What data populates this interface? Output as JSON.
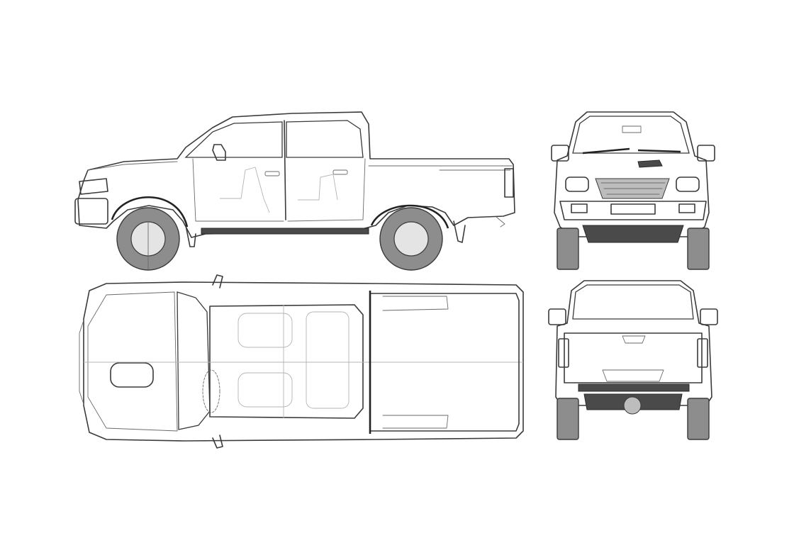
{
  "views": [
    {
      "id": "side",
      "label": ""
    },
    {
      "id": "front",
      "label": ""
    },
    {
      "id": "top",
      "label": ""
    },
    {
      "id": "rear",
      "label": ""
    }
  ]
}
